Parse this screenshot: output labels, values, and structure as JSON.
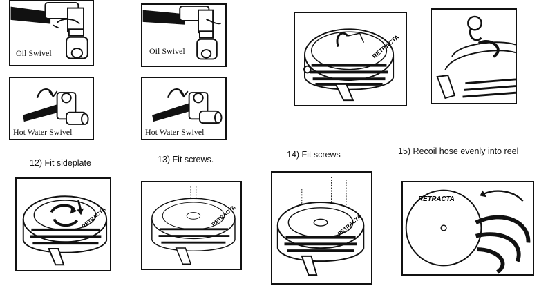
{
  "swivel_panels": {
    "oil_a": "Oil Swivel",
    "oil_b": "Oil Swivel",
    "hot_a": "Hot Water  Swivel",
    "hot_b": "Hot Water  Swivel"
  },
  "steps": {
    "s12": "12) Fit sideplate",
    "s13": "13) Fit screws.",
    "s14": "14) Fit screws",
    "s15": "15) Recoil hose evenly into reel"
  },
  "brand": {
    "logo": "RETRACTA"
  }
}
